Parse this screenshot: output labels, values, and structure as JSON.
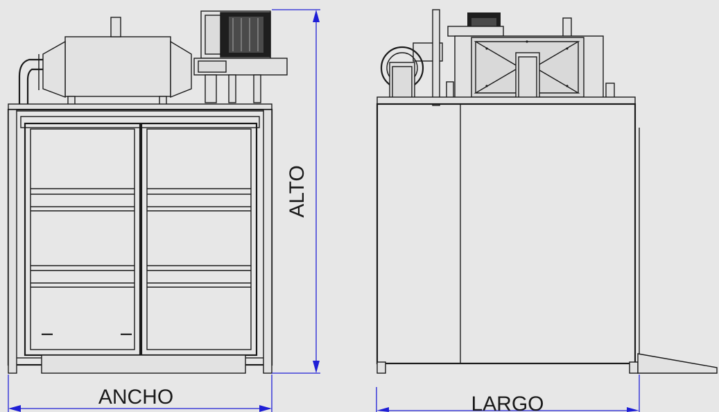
{
  "labels": {
    "width": "ANCHO",
    "height": "ALTO",
    "length": "LARGO"
  },
  "colors": {
    "background": "#e7e7e7",
    "line": "#1a1a1a",
    "dimension": "#1f1fd6",
    "panel": "#e2e2e2"
  }
}
